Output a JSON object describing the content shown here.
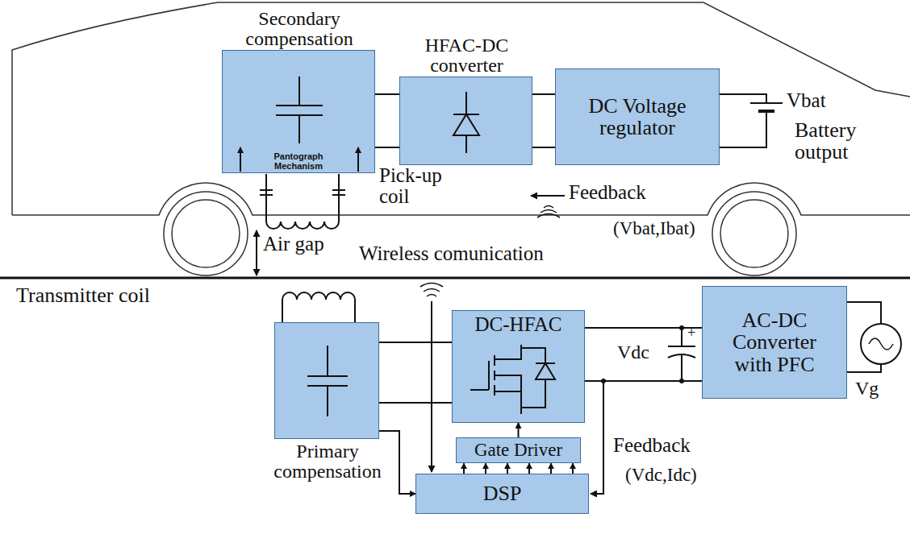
{
  "diagram": {
    "nodes": [
      {
        "text": [
          "Secondary compensation"
        ]
      },
      {
        "text": [
          "HFAC-DC converter"
        ]
      },
      {
        "text": [
          "DC Voltage regulator"
        ]
      },
      {
        "text": [
          "DC-HFAC"
        ]
      },
      {
        "text": [
          "Primary compensation"
        ]
      },
      {
        "text": [
          "Gate Driver"
        ]
      },
      {
        "text": [
          "DSP"
        ]
      },
      {
        "text": [
          "AC-DC Converter with PFC"
        ]
      }
    ],
    "edges": [
      {
        "from": 0,
        "to": 1,
        "arrow": "none"
      },
      {
        "from": 1,
        "to": 2,
        "arrow": "none"
      },
      {
        "from": 4,
        "to": 3,
        "arrow": "none"
      },
      {
        "from": 3,
        "to": 7,
        "arrow": "none"
      },
      {
        "from": 5,
        "to": 3,
        "arrow": "to"
      },
      {
        "from": 6,
        "to": 5,
        "arrow": "to"
      },
      {
        "from": 4,
        "to": 6,
        "arrow": "to"
      }
    ],
    "labels": [
      "Pantograph Mechanism",
      "Vbat",
      "Battery output",
      "Pick-up coil",
      "Feedback",
      "(Vbat,Ibat)",
      "Air gap",
      "Wireless comunication",
      "Transmitter coil",
      "+",
      "Vdc",
      "Vg",
      "Feedback",
      "(Vdc,Idc)"
    ]
  }
}
